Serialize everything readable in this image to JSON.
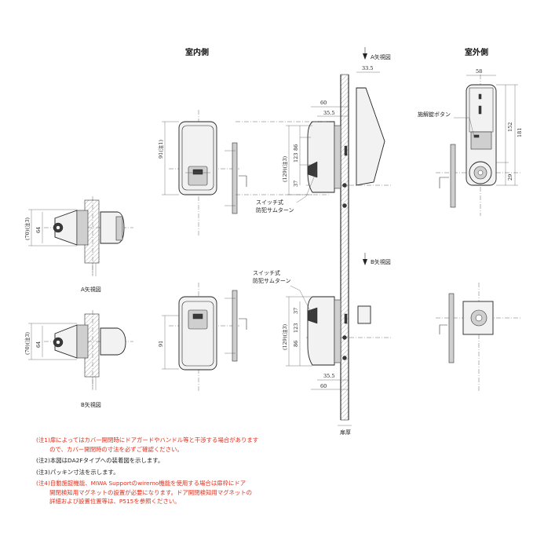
{
  "titles": {
    "indoor": "室内側",
    "outdoor": "室外側",
    "view_a_arrow": "A矢視図",
    "view_b_arrow": "B矢視図",
    "view_a": "A矢視図",
    "view_b": "B矢視図"
  },
  "labels": {
    "switch_thumbturn_1": "スイッチ式",
    "switch_thumbturn_2": "防犯サムターン",
    "unlock_button": "施解錠ボタン",
    "door_thickness": "扉厚"
  },
  "dimensions": {
    "d33_5": "33.5",
    "d60_top": "60",
    "d35_5_top": "35.5",
    "d91_note1": "91(注1)",
    "d129_note3_top": "(129)(注3)",
    "d123_top": "123",
    "d86_top": "86",
    "d37_top": "37",
    "d70_note3_a": "(70)(注3)",
    "d64_a": "64",
    "d58": "58",
    "d152": "152",
    "d181": "181",
    "d29": "29",
    "d91_bottom": "91",
    "d129_note3_bottom": "(129)(注3)",
    "d123_bottom": "123",
    "d86_bottom": "86",
    "d37_bottom": "37",
    "d35_5_bottom": "35.5",
    "d60_bottom": "60",
    "d70_note3_b": "(70)(注3)",
    "d64_b": "64"
  },
  "notes": {
    "n1_line1": "(注1)扉によってはカバー開閉時にドアガードやハンドル等と干渉する場合があります",
    "n1_line2": "　　 ので、カバー開閉時の寸法を必ずご確認ください。",
    "n2": "(注2)本図はDA2Fタイプへの装着図を示します。",
    "n3": "(注3)パッキン寸法を示します。",
    "n4_line1": "(注4)自動施錠機能、MIWA Supportのwiremo機能を使用する場合は扉枠にドア",
    "n4_line2": "　　 開閉検知用マグネットの設置が必要になります。ドア開閉検知用マグネットの",
    "n4_line3": "　　 詳細および設置位置等は、P515を参照ください。"
  },
  "colors": {
    "note_red": "#e0301e",
    "note_black": "#222222",
    "line": "#333333"
  }
}
